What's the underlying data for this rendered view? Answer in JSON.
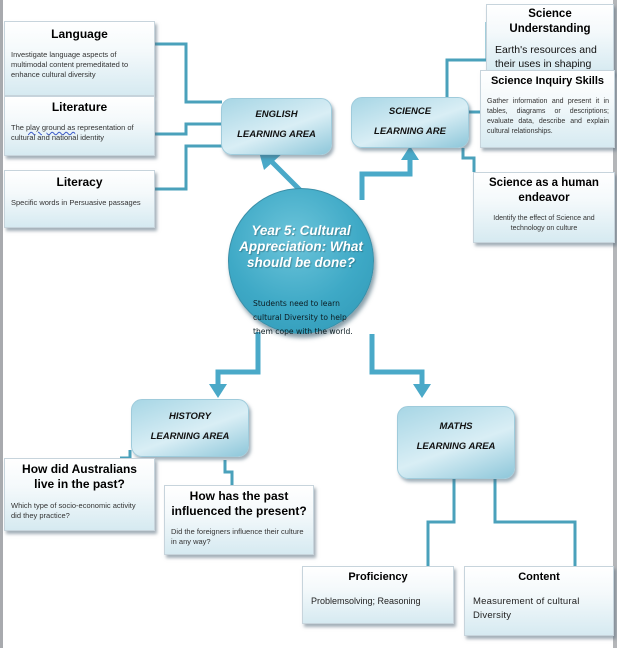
{
  "center": {
    "title": "Year 5: Cultural Appreciation: What should be done?",
    "body": "Students need to learn cultural Diversity to help them cope with the world."
  },
  "areas": {
    "english": {
      "line1": "ENGLISH",
      "line2": "LEARNING AREA"
    },
    "science": {
      "line1": "SCIENCE",
      "line2": "LEARNING ARE"
    },
    "history": {
      "line1": "HISTORY",
      "line2": "LEARNING AREA"
    },
    "maths": {
      "line1": "MATHS",
      "line2": "LEARNING AREA"
    }
  },
  "english_topics": [
    {
      "title": "Language",
      "body": "Investigate language aspects of multimodal content premeditated to enhance cultural diversity"
    },
    {
      "title": "Literature",
      "body_prefix": "The ",
      "body_marked": "play ground  as",
      "body_suffix": " representation of cultural and national identity"
    },
    {
      "title": "Literacy",
      "body": "Specific words in Persuasive passages"
    }
  ],
  "science_topics": [
    {
      "title": "Science Understanding",
      "body": "Earth's resources and their uses in shaping"
    },
    {
      "title": "Science Inquiry Skills",
      "body": "Gather information and present it in tables, diagrams or descriptions; evaluate data, describe and explain cultural relationships."
    },
    {
      "title": "Science as a human endeavor",
      "body": "Identify the effect of Science and technology on culture"
    }
  ],
  "history_topics": [
    {
      "title": "How did Australians live in the past?",
      "body": "Which type of socio-economic activity did they practice?"
    },
    {
      "title": "How has the past influenced the present?",
      "body": "Did the foreigners influence their culture in any way?"
    }
  ],
  "maths_topics": [
    {
      "title": "Proficiency",
      "body": "Problemsolving; Reasoning"
    },
    {
      "title": "Content",
      "body": "Measurement of cultural Diversity"
    }
  ],
  "colors": {
    "connector": "#4aa1bb",
    "arrow": "#4aa9c8",
    "circle": "#3ea9c6"
  }
}
